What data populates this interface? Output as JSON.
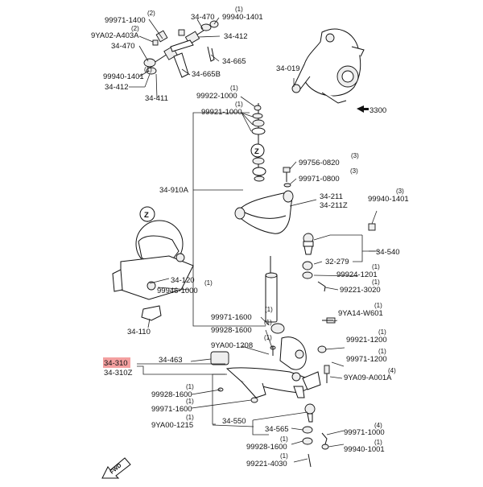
{
  "highlight_color": "#f08080",
  "arrows": {
    "fwd": "FWD"
  },
  "labels": [
    {
      "id": "l_99971_1400",
      "text": "99971-1400",
      "qty": "(2)"
    },
    {
      "id": "l_9ya02",
      "text": "9YA02-A403A",
      "qty": "(2)"
    },
    {
      "id": "l_34470a",
      "text": "34-470",
      "qty": ""
    },
    {
      "id": "l_99940_1401a",
      "text": "99940-1401",
      "qty": "(1)"
    },
    {
      "id": "l_34412a",
      "text": "34-412",
      "qty": ""
    },
    {
      "id": "l_34411",
      "text": "34-411",
      "qty": ""
    },
    {
      "id": "l_34470b",
      "text": "34-470",
      "qty": ""
    },
    {
      "id": "l_99940_1401b",
      "text": "99940-1401",
      "qty": "(1)"
    },
    {
      "id": "l_34412b",
      "text": "34-412",
      "qty": ""
    },
    {
      "id": "l_34665",
      "text": "34-665",
      "qty": ""
    },
    {
      "id": "l_34665b",
      "text": "34-665B",
      "qty": ""
    },
    {
      "id": "l_34019",
      "text": "34-019",
      "qty": ""
    },
    {
      "id": "l_3300",
      "text": "3300",
      "qty": ""
    },
    {
      "id": "l_99922_1000",
      "text": "99922-1000",
      "qty": "(1)"
    },
    {
      "id": "l_99921_1000",
      "text": "99921-1000",
      "qty": "(1)"
    },
    {
      "id": "l_z1",
      "text": "Z",
      "qty": ""
    },
    {
      "id": "l_99756_0820",
      "text": "99756-0820",
      "qty": "(3)"
    },
    {
      "id": "l_99971_0800",
      "text": "99971-0800",
      "qty": "(3)"
    },
    {
      "id": "l_34910a",
      "text": "34-910A",
      "qty": ""
    },
    {
      "id": "l_34211",
      "text": "34-211",
      "qty": ""
    },
    {
      "id": "l_34211z",
      "text": "34-211Z",
      "qty": ""
    },
    {
      "id": "l_99940_1401c",
      "text": "99940-1401",
      "qty": "(3)"
    },
    {
      "id": "l_z2",
      "text": "Z",
      "qty": ""
    },
    {
      "id": "l_34540",
      "text": "34-540",
      "qty": ""
    },
    {
      "id": "l_32279",
      "text": "32-279",
      "qty": ""
    },
    {
      "id": "l_34120",
      "text": "34-120",
      "qty": ""
    },
    {
      "id": "l_99946_1000",
      "text": "99946-1000",
      "qty": "(1)"
    },
    {
      "id": "l_99924_1201",
      "text": "99924-1201",
      "qty": "(1)"
    },
    {
      "id": "l_99221_3020",
      "text": "99221-3020",
      "qty": "(1)"
    },
    {
      "id": "l_34110",
      "text": "34-110",
      "qty": ""
    },
    {
      "id": "l_99971_1600a",
      "text": "99971-1600",
      "qty": "(1)"
    },
    {
      "id": "l_9ya14",
      "text": "9YA14-W601",
      "qty": "(1)"
    },
    {
      "id": "l_99928_1600a",
      "text": "99928-1600",
      "qty": "(1)"
    },
    {
      "id": "l_99921_1200",
      "text": "99921-1200",
      "qty": "(1)"
    },
    {
      "id": "l_9ya00_1208",
      "text": "9YA00-1208",
      "qty": "(1)"
    },
    {
      "id": "l_34463",
      "text": "34-463",
      "qty": ""
    },
    {
      "id": "l_99971_1200",
      "text": "99971-1200",
      "qty": "(1)"
    },
    {
      "id": "l_34310",
      "text": "34-310",
      "qty": ""
    },
    {
      "id": "l_34310z",
      "text": "34-310Z",
      "qty": ""
    },
    {
      "id": "l_9ya09",
      "text": "9YA09-A001A",
      "qty": "(4)"
    },
    {
      "id": "l_99928_1600b",
      "text": "99928-1600",
      "qty": "(1)"
    },
    {
      "id": "l_99971_1600b",
      "text": "99971-1600",
      "qty": "(1)"
    },
    {
      "id": "l_9ya00_1215",
      "text": "9YA00-1215",
      "qty": "(1)"
    },
    {
      "id": "l_34550",
      "text": "34-550",
      "qty": ""
    },
    {
      "id": "l_34565",
      "text": "34-565",
      "qty": ""
    },
    {
      "id": "l_99971_1000",
      "text": "99971-1000",
      "qty": "(4)"
    },
    {
      "id": "l_99928_1600c",
      "text": "99928-1600",
      "qty": "(1)"
    },
    {
      "id": "l_99940_1001",
      "text": "99940-1001",
      "qty": "(1)"
    },
    {
      "id": "l_99221_4030",
      "text": "99221-4030",
      "qty": "(1)"
    }
  ]
}
